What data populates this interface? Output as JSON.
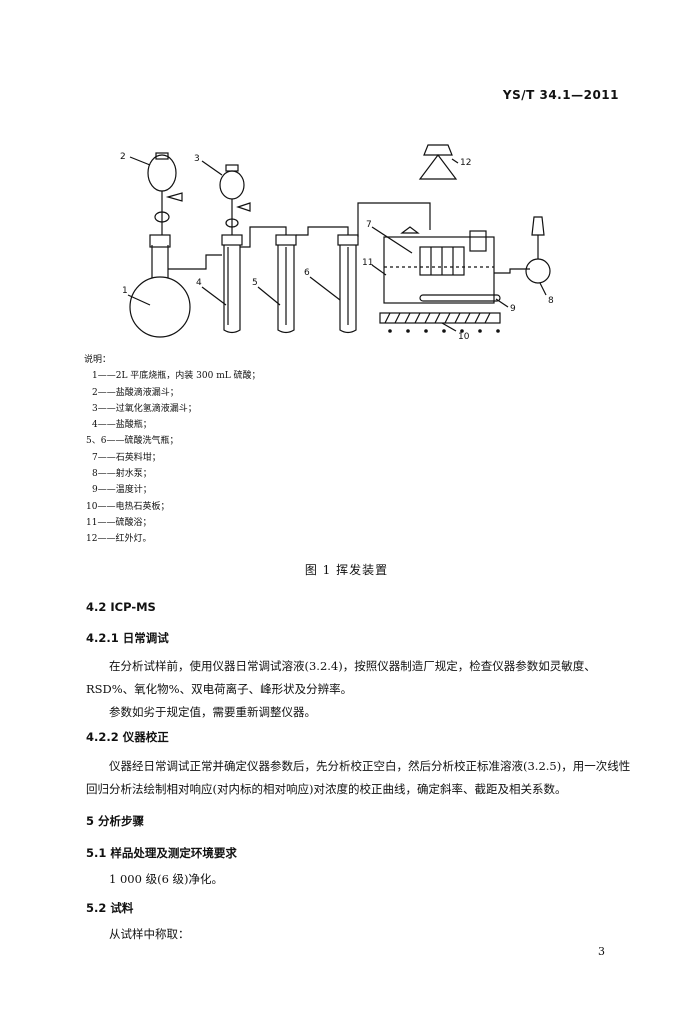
{
  "header": {
    "standard_no": "YS/T 34.1—2011"
  },
  "figure": {
    "labels": [
      "1",
      "2",
      "3",
      "4",
      "5",
      "6",
      "7",
      "8",
      "9",
      "10",
      "11",
      "12"
    ],
    "caption": "图 1   挥发装置"
  },
  "legend": {
    "title": "说明：",
    "items": [
      "1——2L 平底烧瓶，内装 300 mL 硫酸；",
      "2——盐酸滴液漏斗；",
      "3——过氧化氢滴液漏斗；",
      "4——盐酸瓶；",
      "5、6——硫酸洗气瓶；",
      "7——石英料坩；",
      "8——射水泵；",
      "9——温度计；",
      "10——电热石英板；",
      "11——硫酸浴；",
      "12——红外灯。"
    ]
  },
  "sections": {
    "s42_title": "4.2   ICP-MS",
    "s421_title": "4.2.1   日常调试",
    "s421_p1": "在分析试样前，使用仪器日常调试溶液(3.2.4)，按照仪器制造厂规定，检查仪器参数如灵敏度、RSD%、氧化物%、双电荷离子、峰形状及分辨率。",
    "s421_p2": "参数如劣于规定值，需要重新调整仪器。",
    "s422_title": "4.2.2   仪器校正",
    "s422_p1": "仪器经日常调试正常并确定仪器参数后，先分析校正空白，然后分析校正标准溶液(3.2.5)，用一次线性回归分析法绘制相对响应(对内标的相对响应)对浓度的校正曲线，确定斜率、截距及相关系数。",
    "s5_title": "5   分析步骤",
    "s51_title": "5.1   样品处理及测定环境要求",
    "s51_p1": "1 000 级(6 级)净化。",
    "s52_title": "5.2   试料",
    "s52_p1": "从试样中称取："
  },
  "page_number": "3"
}
